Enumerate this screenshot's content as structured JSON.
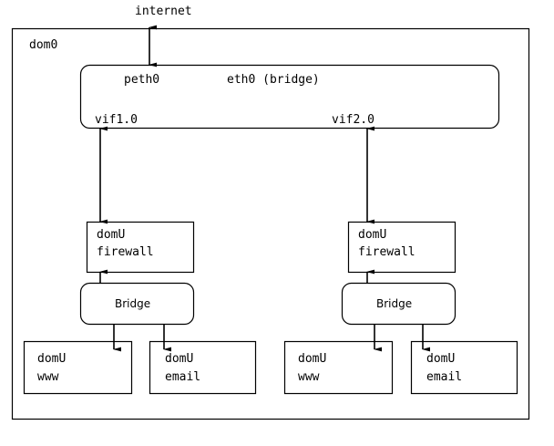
{
  "diagram": {
    "title": "Xen networking: dom0 bridge with per-domU firewall bridges",
    "stroke_color": "#000000",
    "background_color": "#ffffff",
    "external": {
      "internet_label": "internet"
    },
    "dom0": {
      "label": "dom0",
      "bridge": {
        "eth0_label": "eth0 (bridge)",
        "peth0_label": "peth0",
        "vif1_label": "vif1.0",
        "vif2_label": "vif2.0"
      }
    },
    "stacks": [
      {
        "id": "left",
        "firewall": {
          "line1": "domU",
          "line2": "firewall"
        },
        "bridge": {
          "label": "Bridge"
        },
        "guests": [
          {
            "line1": "domU",
            "line2": "www"
          },
          {
            "line1": "domU",
            "line2": "email"
          }
        ]
      },
      {
        "id": "right",
        "firewall": {
          "line1": "domU",
          "line2": "firewall"
        },
        "bridge": {
          "label": "Bridge"
        },
        "guests": [
          {
            "line1": "domU",
            "line2": "www"
          },
          {
            "line1": "domU",
            "line2": "email"
          }
        ]
      }
    ]
  }
}
